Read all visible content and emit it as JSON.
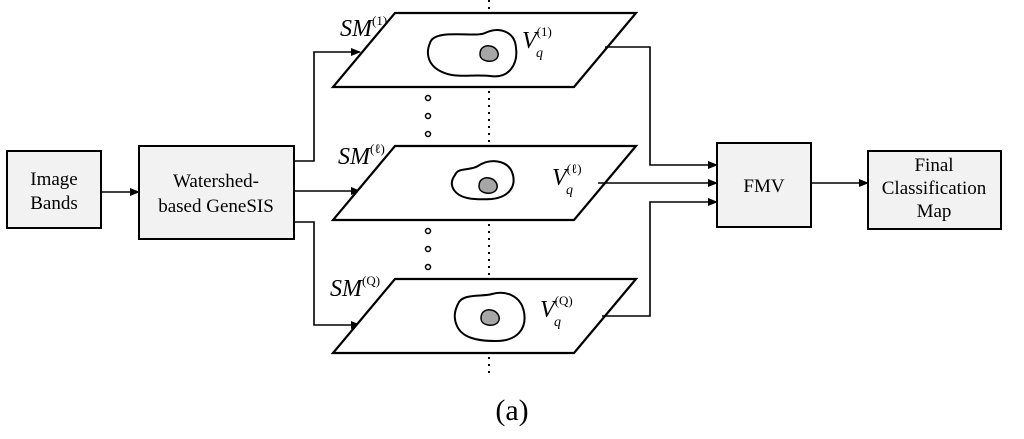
{
  "boxes": {
    "image_bands": [
      "Image",
      "Bands"
    ],
    "watershed": [
      "Watershed-",
      "based GeneSIS"
    ],
    "fmv": [
      "FMV"
    ],
    "final_map": [
      "Final",
      "Classification",
      "Map"
    ]
  },
  "maps": {
    "top": {
      "sm_label": "SM",
      "sm_sup": "(1)",
      "v_label": "V",
      "v_sub": "q",
      "v_sup": "(1)"
    },
    "middle": {
      "sm_label": "SM",
      "sm_sup": "(ℓ)",
      "v_label": "V",
      "v_sub": "q",
      "v_sup": "(ℓ)"
    },
    "bottom": {
      "sm_label": "SM",
      "sm_sup": "(Q)",
      "v_label": "V",
      "v_sub": "q",
      "v_sup": "(Q)"
    }
  },
  "caption": "(a)",
  "colors": {
    "box_fill": "#f2f2f2",
    "pixel_fill": "#a6a6a6"
  }
}
